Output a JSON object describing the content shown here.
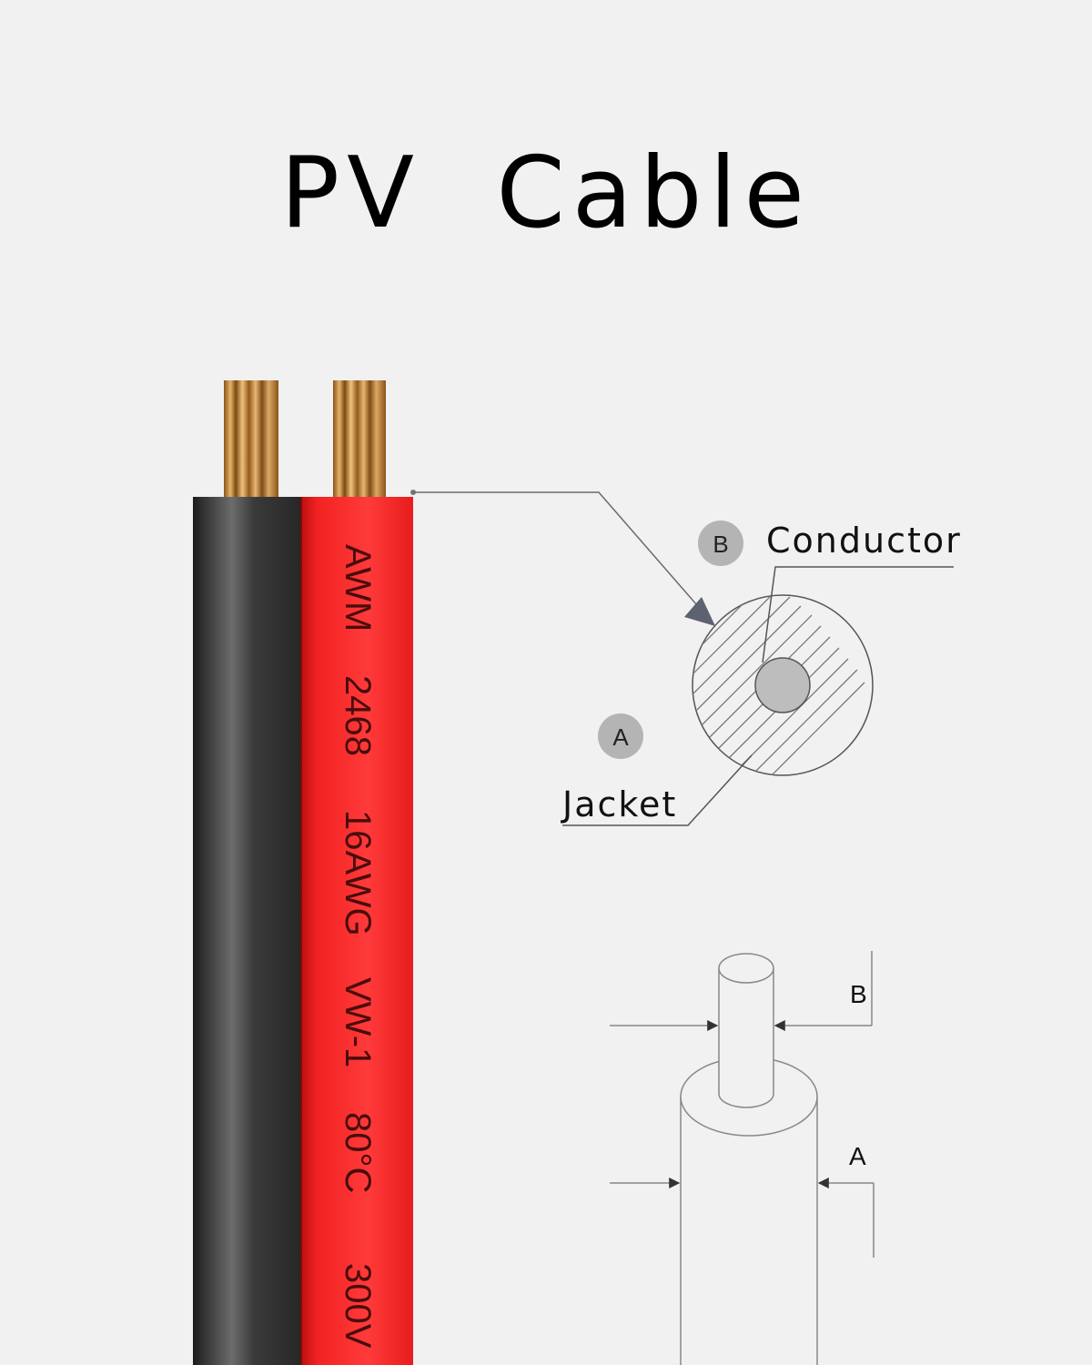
{
  "title": "PV Cable",
  "cable": {
    "printed_marking": [
      "AWM",
      "2468",
      "16AWG",
      "VW-1",
      "80°C",
      "300V"
    ],
    "colors": {
      "black": "#2b2b2b",
      "red": "#f01f1f",
      "copper": "#c98a3a"
    }
  },
  "cross_section": {
    "conductor": {
      "badge": "B",
      "label": "Conductor"
    },
    "jacket": {
      "badge": "A",
      "label": "Jacket"
    }
  },
  "dimension_diagram": {
    "inner_label": "B",
    "outer_label": "A"
  }
}
